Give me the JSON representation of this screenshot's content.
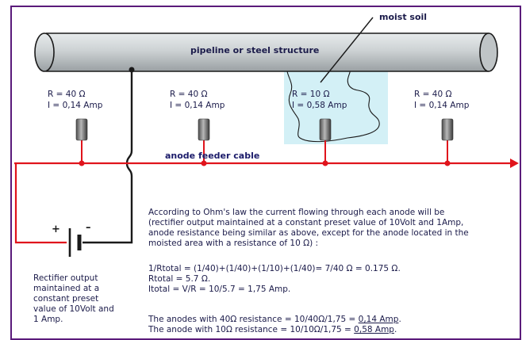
{
  "pipe": {
    "label": "pipeline  or  steel  structure"
  },
  "moist_soil": {
    "label": "moist soil"
  },
  "cable": {
    "label": "anode feeder cable"
  },
  "anodes": [
    {
      "r": "R = 40 Ω",
      "i": "I = 0,14 Amp"
    },
    {
      "r": "R = 40 Ω",
      "i": "I = 0,14 Amp"
    },
    {
      "r": "R = 10 Ω",
      "i": "I = 0,58 Amp"
    },
    {
      "r": "R = 40 Ω",
      "i": "I = 0,14 Amp"
    }
  ],
  "rectifier": {
    "plus": "+",
    "minus": "–",
    "caption": [
      "Rectifier output",
      "maintained at a",
      "constant preset",
      "value of 10Volt and",
      "1 Amp."
    ]
  },
  "explanation": {
    "lines": [
      "According to Ohm's law the current flowing through each anode will be",
      "(rectifier output maintained at a constant preset value of 10Volt and 1Amp,",
      "anode resistance being similar as above, except for the anode located in the",
      "moisted area with a resistance of 10 Ω) :"
    ],
    "calc": [
      "1/Rtotal  = (1/40)+(1/40)+(1/10)+(1/40)= 7/40 Ω = 0.175 Ω.",
      "Rtotal  =  5.7  Ω.",
      "Itotal = V/R = 10/5.7 = 1,75 Amp."
    ],
    "result1_prefix": "The anodes with 40Ω resistance = 10/40Ω/1,75  = ",
    "result1_value": "0,14 Amp",
    "result1_suffix": ".",
    "result2_prefix": "The anode with 10Ω resistance = 10/10Ω/1,75  =  ",
    "result2_value": "0,58 Amp",
    "result2_suffix": "."
  },
  "colors": {
    "frame": "#5a1a7a",
    "pipe_fill": "#c9ced0",
    "pipe_stroke": "#1a1a1a",
    "cable": "#e0141c",
    "moist_highlight": "#d3f0f6",
    "text": "#1b1b4a"
  }
}
